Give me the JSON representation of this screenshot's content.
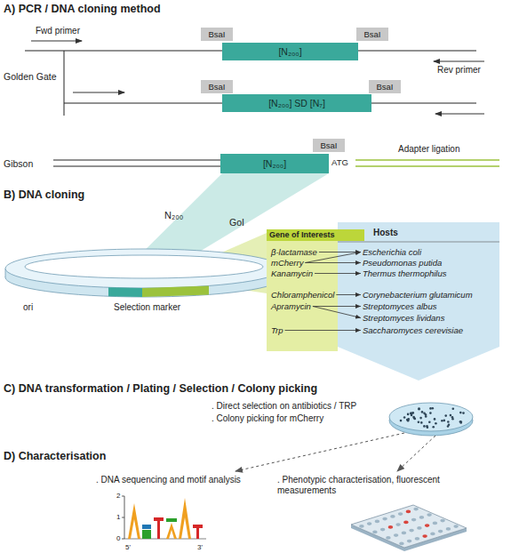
{
  "diagram": {
    "nodes": [
      {
        "text": [
          "BsaI"
        ]
      },
      {
        "text": [
          "BsaI"
        ]
      },
      {
        "text": [
          "[N₂₀₀]"
        ]
      },
      {
        "text": [
          "BsaI"
        ]
      },
      {
        "text": [
          "BsaI"
        ]
      },
      {
        "text": [
          "[N₂₀₀] SD [N₇]"
        ]
      },
      {
        "text": [
          "[N₂₀₀]"
        ]
      },
      {
        "text": [
          "BsaI"
        ]
      },
      {
        "text": [
          "Gene of Interests"
        ]
      },
      {
        "text": [
          "β-lactamase"
        ],
        "in": 8
      },
      {
        "text": [
          "mCherry"
        ],
        "in": 8
      },
      {
        "text": [
          "Kanamycin"
        ],
        "in": 8
      },
      {
        "text": [
          "Chloramphenicol"
        ],
        "in": 8
      },
      {
        "text": [
          "Apramycin"
        ],
        "in": 8
      },
      {
        "text": [
          "Trp"
        ],
        "in": 8
      },
      {
        "text": [
          "Hosts"
        ]
      },
      {
        "text": [
          "Escherichia coli"
        ],
        "in": 15
      },
      {
        "text": [
          "Pseudomonas putida"
        ],
        "in": 15
      },
      {
        "text": [
          "Thermus thermophilus"
        ],
        "in": 15
      },
      {
        "text": [
          "Corynebacterium glutamicum"
        ],
        "in": 15
      },
      {
        "text": [
          "Streptomyces albus"
        ],
        "in": 15
      },
      {
        "text": [
          "Streptomyces lividans"
        ],
        "in": 15
      },
      {
        "text": [
          "Saccharomyces cerevisiae"
        ],
        "in": 15
      }
    ],
    "edges": [
      {
        "from": 9,
        "to": 16,
        "arrow": "to"
      },
      {
        "from": 10,
        "to": 16,
        "arrow": "to"
      },
      {
        "from": 10,
        "to": 17,
        "arrow": "to"
      },
      {
        "from": 11,
        "to": 18,
        "arrow": "to"
      },
      {
        "from": 12,
        "to": 19,
        "arrow": "to"
      },
      {
        "from": 13,
        "to": 20,
        "arrow": "to"
      },
      {
        "from": 13,
        "to": 21,
        "arrow": "to"
      },
      {
        "from": 14,
        "to": 22,
        "arrow": "to"
      }
    ],
    "labels": [
      "A) PCR / DNA cloning method",
      "Fwd primer",
      "Golden Gate",
      "Rev primer",
      "Gibson",
      "ATG",
      "Adapter ligation",
      "B) DNA cloning",
      "N₂₀₀",
      "GoI",
      "ori",
      "Selection marker",
      "C) DNA transformation / Plating / Selection / Colony picking",
      ". Direct selection on antibiotics / TRP",
      ". Colony picking for mCherry",
      "D) Characterisation",
      ". DNA sequencing and motif analysis",
      ". Phenotypic characterisation, fluorescent measurements",
      "2",
      "1",
      "0",
      "5'",
      "3'"
    ]
  }
}
